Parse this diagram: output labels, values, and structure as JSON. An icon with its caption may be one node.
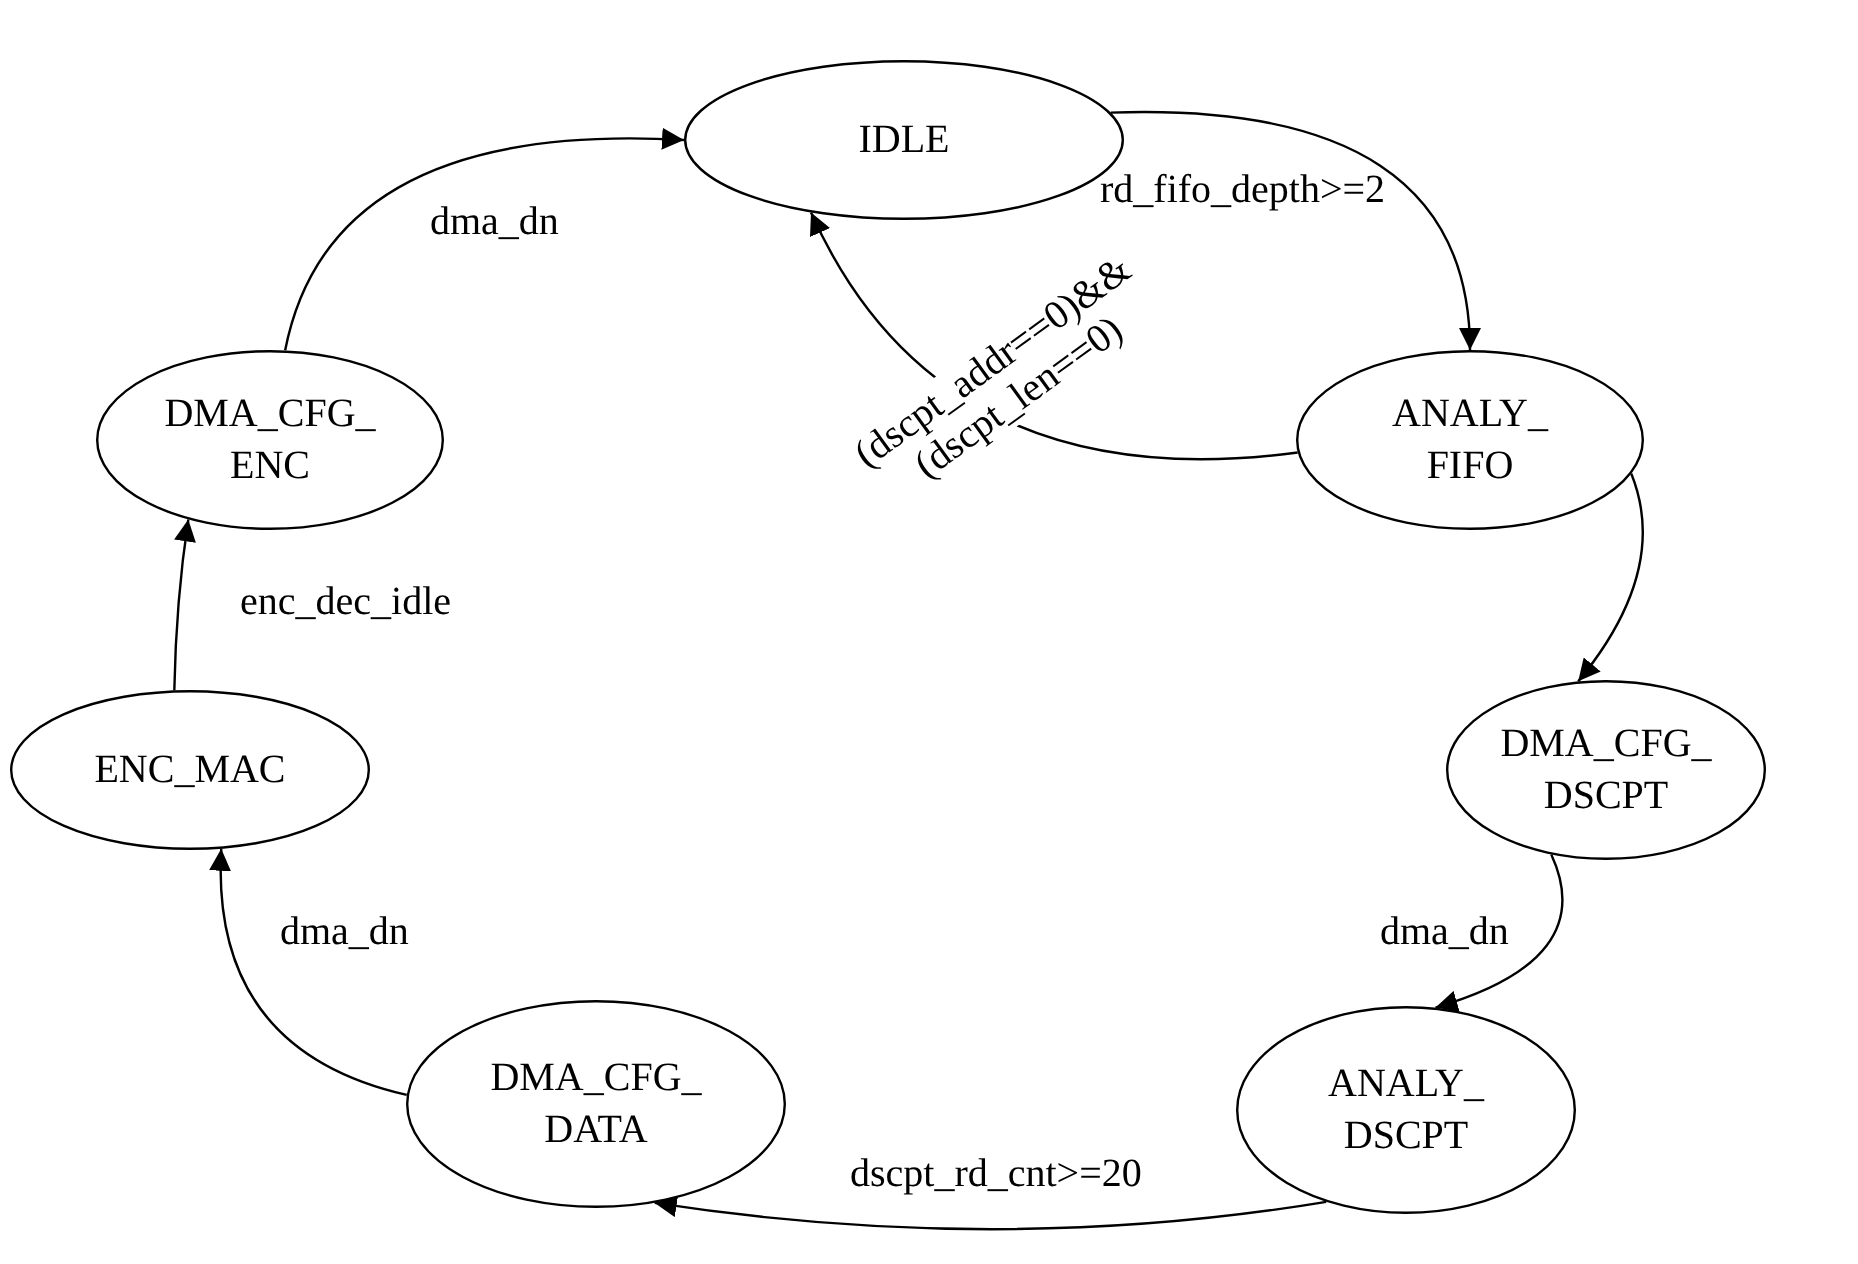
{
  "diagram": {
    "nodes": [
      {
        "text": [
          "IDLE"
        ]
      },
      {
        "text": [
          "ANALY_ FIFO"
        ]
      },
      {
        "text": [
          "DMA_CFG_ DSCPT"
        ]
      },
      {
        "text": [
          "ANALY_ DSCPT"
        ]
      },
      {
        "text": [
          "DMA_CFG_ DATA"
        ]
      },
      {
        "text": [
          "ENC_MAC"
        ]
      },
      {
        "text": [
          "DMA_CFG_ ENC"
        ]
      }
    ],
    "edges": [
      {
        "from": 0,
        "to": 1,
        "arrow": "to",
        "label": "rd_fifo_depth>=2"
      },
      {
        "from": 1,
        "to": 0,
        "arrow": "to",
        "label": "(dscpt_addr==0)&& (dscpt_len==0)"
      },
      {
        "from": 1,
        "to": 2,
        "arrow": "to"
      },
      {
        "from": 2,
        "to": 3,
        "arrow": "to",
        "label": "dma_dn"
      },
      {
        "from": 3,
        "to": 4,
        "arrow": "to",
        "label": "dscpt_rd_cnt>=20"
      },
      {
        "from": 4,
        "to": 5,
        "arrow": "to",
        "label": "dma_dn"
      },
      {
        "from": 5,
        "to": 6,
        "arrow": "to",
        "label": "enc_dec_idle"
      },
      {
        "from": 6,
        "to": 0,
        "arrow": "to",
        "label": "dma_dn"
      }
    ]
  }
}
